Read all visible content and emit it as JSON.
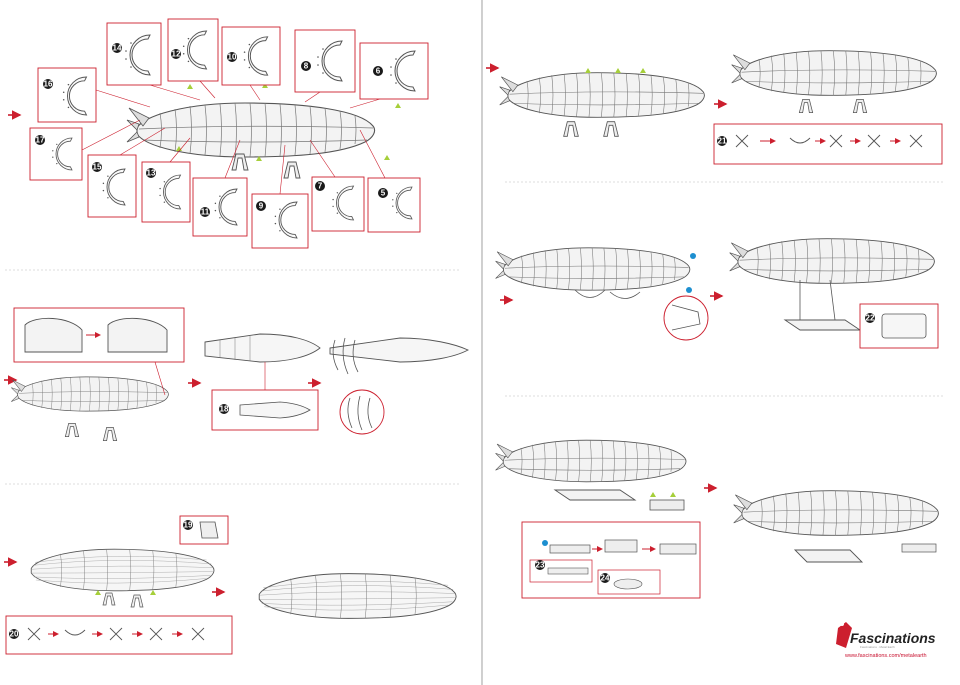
{
  "colors": {
    "accent": "#cc1f2e",
    "marker_triangle": "#a6cf3a",
    "marker_dot": "#1d8fd0",
    "outline": "#555555",
    "hull_fill": "#f2f2f2"
  },
  "steps": [
    {
      "id": "s5",
      "label": "5"
    },
    {
      "id": "s6",
      "label": "6"
    },
    {
      "id": "s7",
      "label": "7"
    },
    {
      "id": "s8",
      "label": "8"
    },
    {
      "id": "s9",
      "label": "9"
    },
    {
      "id": "s10",
      "label": "10"
    },
    {
      "id": "s11",
      "label": "11"
    },
    {
      "id": "s12",
      "label": "12"
    },
    {
      "id": "s13",
      "label": "13"
    },
    {
      "id": "s14",
      "label": "14"
    },
    {
      "id": "s15",
      "label": "15"
    },
    {
      "id": "s16",
      "label": "16"
    },
    {
      "id": "s17",
      "label": "17"
    },
    {
      "id": "s18",
      "label": "18"
    },
    {
      "id": "s19",
      "label": "19"
    },
    {
      "id": "s20",
      "label": "20"
    },
    {
      "id": "s21",
      "label": "21"
    },
    {
      "id": "s22",
      "label": "22"
    },
    {
      "id": "s23",
      "label": "23"
    },
    {
      "id": "s24",
      "label": "24"
    }
  ],
  "brand": {
    "name": "Fascinations",
    "tagline": "Fascinations · Metal Earth",
    "url": "www.fascinations.com/metalearth"
  }
}
